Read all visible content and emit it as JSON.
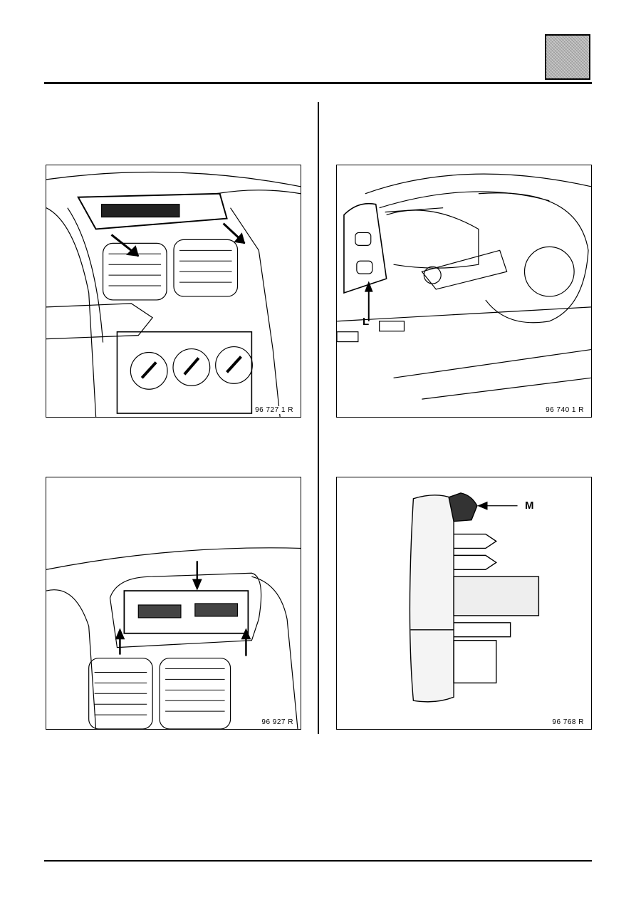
{
  "figures": [
    {
      "ref": "96 727 1 R"
    },
    {
      "ref": "96 740 1 R",
      "callout": "L"
    },
    {
      "ref": "96 927 R"
    },
    {
      "ref": "96 768 R",
      "callout": "M"
    }
  ]
}
